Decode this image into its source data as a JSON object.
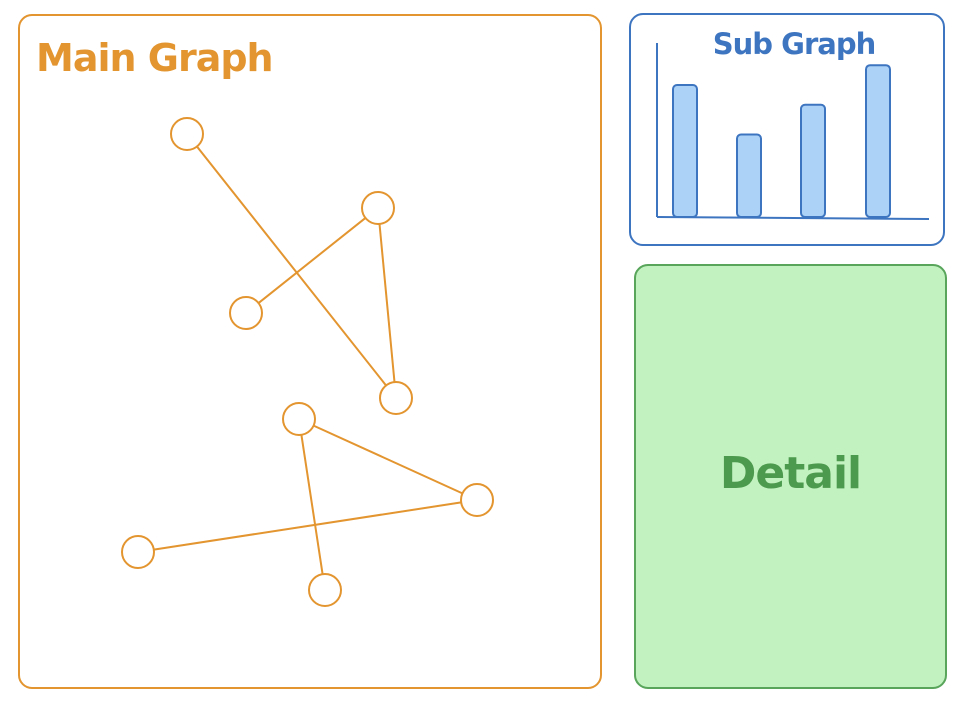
{
  "colors": {
    "main": "#e3952f",
    "sub": "#3e75c0",
    "sub_bar_fill": "#acd3f7",
    "detail_border": "#58a55b",
    "detail_fill": "#c2f2c0",
    "detail_text": "#4c9a4d"
  },
  "main_graph": {
    "title": "Main Graph",
    "nodes": [
      "n1",
      "n2",
      "n3",
      "n4",
      "n5",
      "n6",
      "n7",
      "n8"
    ],
    "edges": [
      [
        "n1",
        "n4"
      ],
      [
        "n2",
        "n3"
      ],
      [
        "n2",
        "n4"
      ],
      [
        "n5",
        "n6"
      ],
      [
        "n5",
        "n8"
      ],
      [
        "n6",
        "n7"
      ]
    ]
  },
  "sub_graph": {
    "title": "Sub Graph",
    "bars": [
      {
        "name": "bar-1",
        "value": 0.8
      },
      {
        "name": "bar-2",
        "value": 0.5
      },
      {
        "name": "bar-3",
        "value": 0.68
      },
      {
        "name": "bar-4",
        "value": 0.92
      }
    ]
  },
  "detail": {
    "title": "Detail"
  }
}
